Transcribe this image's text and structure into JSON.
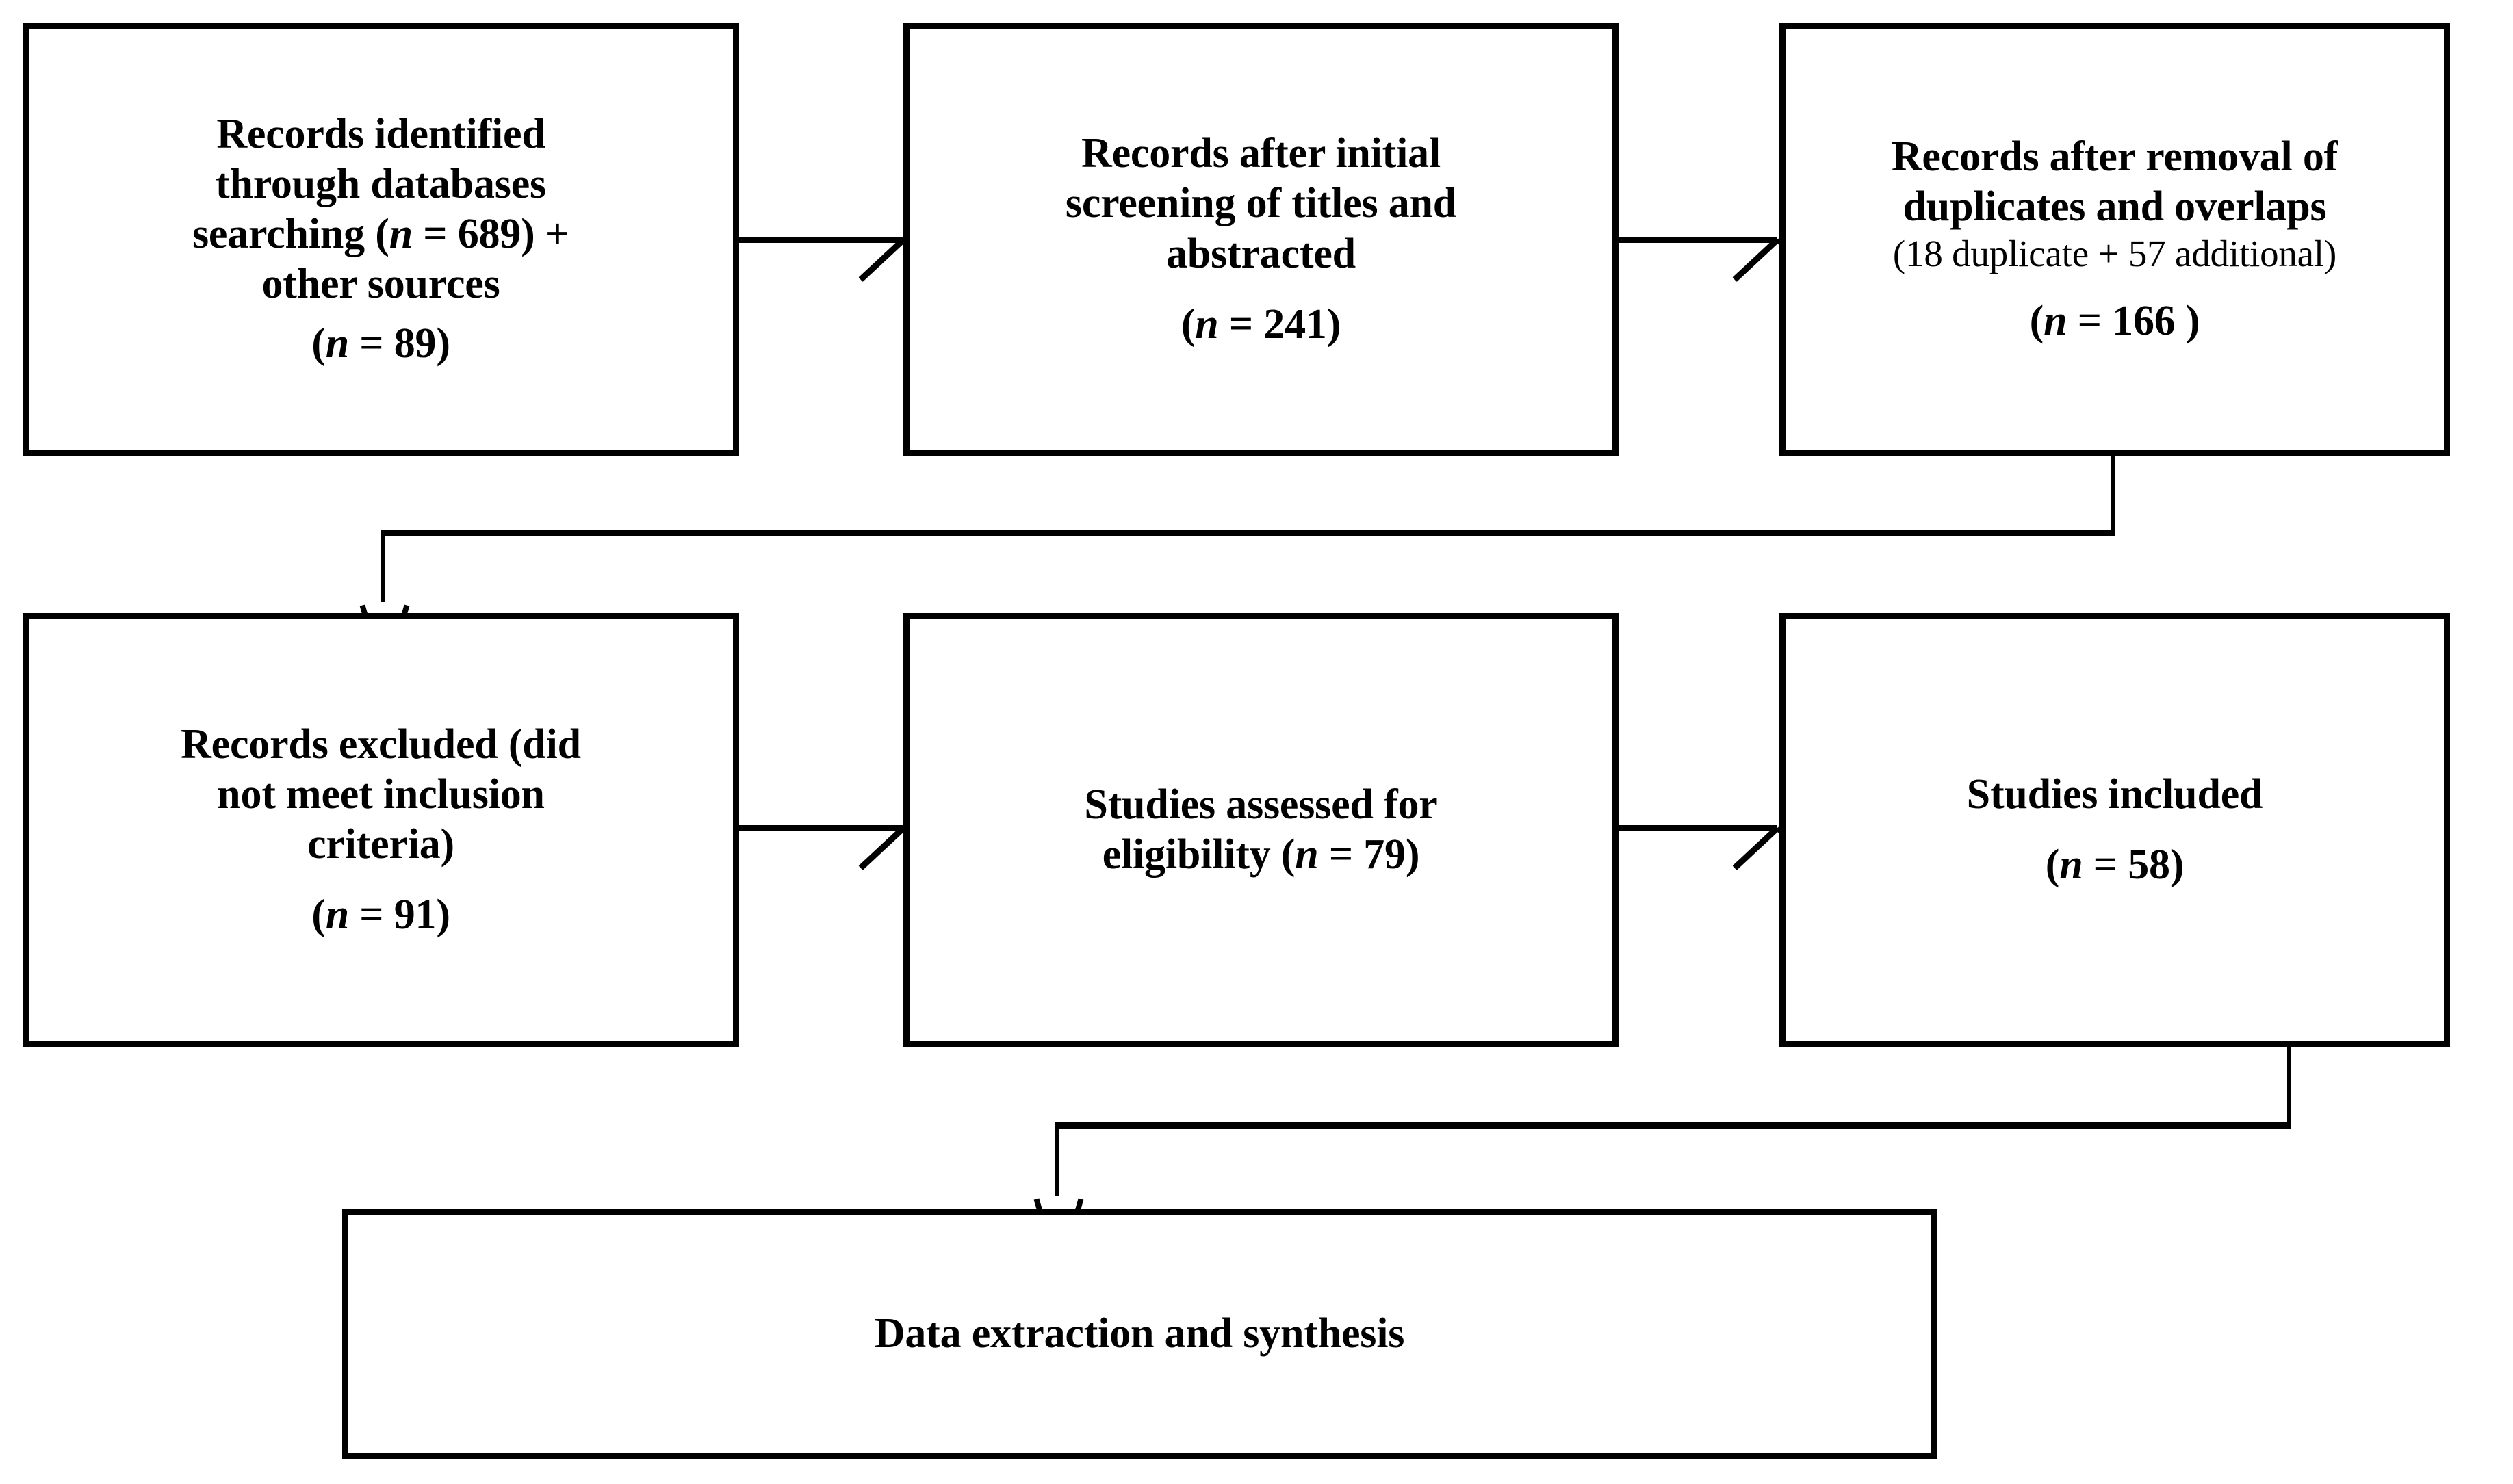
{
  "diagram": {
    "title": "PRISMA study selection flow diagram",
    "line_color": "#000000",
    "background_color": "#ffffff",
    "boxes": [
      {
        "id": "records-identified",
        "lines": [
          "Records identified",
          "through databases",
          "searching (n = 689) +",
          "other sources"
        ],
        "count_label": "(n = 89)"
      },
      {
        "id": "records-after-screening",
        "lines": [
          "Records after initial",
          "screening of titles and",
          "abstracted"
        ],
        "count_label": "(n = 241)"
      },
      {
        "id": "records-after-dedup",
        "lines": [
          "Records after removal of",
          "duplicates and overlaps"
        ],
        "sub_label": "(18 duplicate + 57 additional)",
        "count_label": "(n = 166 )"
      },
      {
        "id": "records-excluded",
        "lines": [
          "Records excluded (did",
          "not meet inclusion",
          "criteria)"
        ],
        "count_label": "(n = 91)"
      },
      {
        "id": "studies-assessed",
        "lines": [
          "Studies assessed for",
          "eligibility (n = 79)"
        ],
        "count_label": ""
      },
      {
        "id": "studies-included",
        "lines": [
          "Studies included"
        ],
        "count_label": "(n = 58)"
      },
      {
        "id": "data-extraction",
        "lines": [
          "Data extraction and synthesis"
        ],
        "count_label": ""
      }
    ],
    "connectors": [
      {
        "id": "arrow-box1-to-box2",
        "type": "arrow-right"
      },
      {
        "id": "arrow-box2-to-box3",
        "type": "arrow-right"
      },
      {
        "id": "elbow-box3-to-box4",
        "type": "elbow-down-left"
      },
      {
        "id": "arrow-box4-to-box5",
        "type": "arrow-right"
      },
      {
        "id": "arrow-box5-to-box6",
        "type": "arrow-right"
      },
      {
        "id": "elbow-box6-to-box7",
        "type": "elbow-down-left"
      }
    ]
  }
}
